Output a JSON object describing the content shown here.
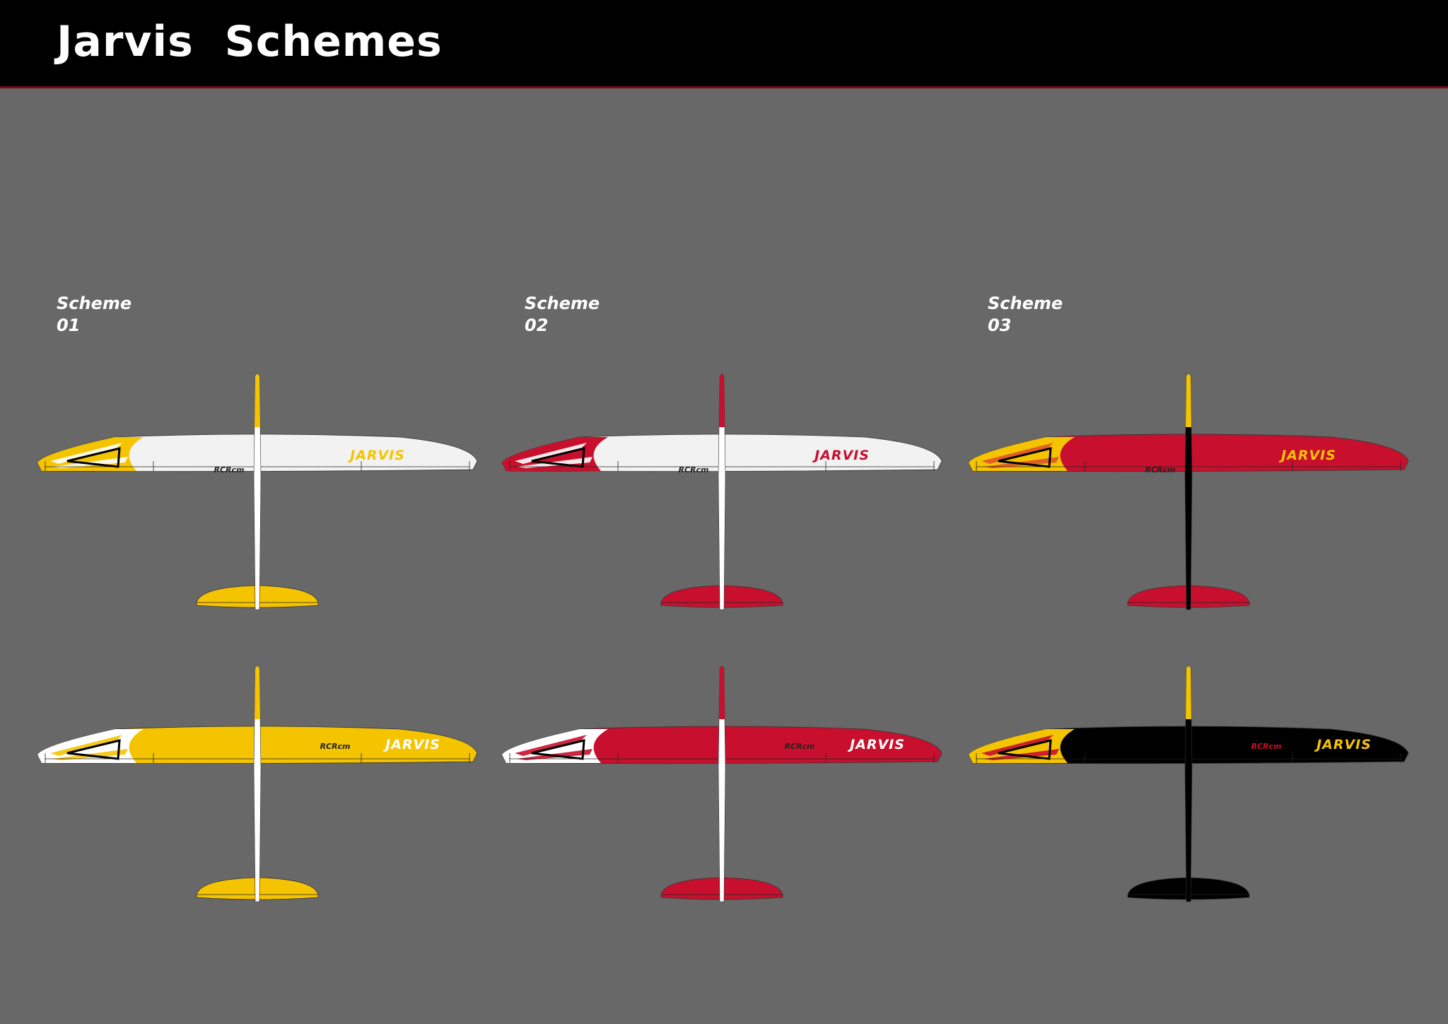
{
  "title": "Jarvis  Schemes",
  "scheme_word": "Scheme",
  "brand": "JARVIS",
  "logo_text": "RCRcm",
  "columns": [
    {
      "number": "01"
    },
    {
      "number": "02"
    },
    {
      "number": "03"
    }
  ],
  "gliders": [
    {
      "name": "scheme-01-top",
      "wing": "#f2f2f2",
      "tip": "#f5c400",
      "tipAccent": "#ffffff",
      "fuselage": "#ffffff",
      "fin": "#f5c400",
      "tail": "#f5c400",
      "brand": "#f5c400",
      "logo": "#222222"
    },
    {
      "name": "scheme-02-top",
      "wing": "#f2f2f2",
      "tip": "#c8102e",
      "tipAccent": "#ffffff",
      "fuselage": "#ffffff",
      "fin": "#c8102e",
      "tail": "#c8102e",
      "brand": "#c8102e",
      "logo": "#222222"
    },
    {
      "name": "scheme-03-top",
      "wing": "#c8102e",
      "tip": "#f5c400",
      "tipAccent": "#e0552a",
      "fuselage": "#000000",
      "fin": "#f5c400",
      "tail": "#c8102e",
      "brand": "#f5c400",
      "logo": "#222222"
    },
    {
      "name": "scheme-01-bottom",
      "wing": "#f5c400",
      "tip": "#ffffff",
      "tipAccent": "#f5c400",
      "fuselage": "#ffffff",
      "fin": "#f5c400",
      "tail": "#f5c400",
      "brand": "#ffffff",
      "logo": "#222222"
    },
    {
      "name": "scheme-02-bottom",
      "wing": "#c8102e",
      "tip": "#ffffff",
      "tipAccent": "#c8102e",
      "fuselage": "#ffffff",
      "fin": "#c8102e",
      "tail": "#c8102e",
      "brand": "#ffffff",
      "logo": "#222222"
    },
    {
      "name": "scheme-03-bottom",
      "wing": "#000000",
      "tip": "#f5c400",
      "tipAccent": "#c8102e",
      "fuselage": "#000000",
      "fin": "#f5c400",
      "tail": "#000000",
      "brand": "#f5c400",
      "logo": "#c8102e"
    }
  ]
}
